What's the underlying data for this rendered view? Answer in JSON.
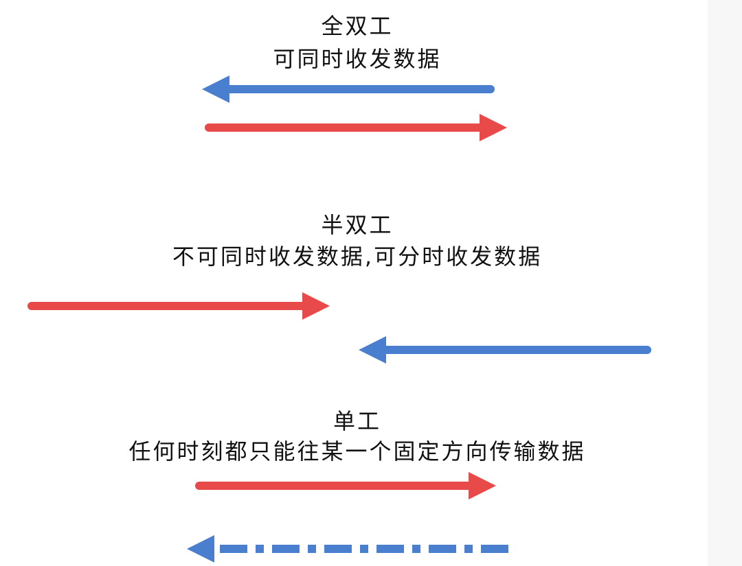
{
  "full_duplex": {
    "title": "全双工",
    "description": "可同时收发数据"
  },
  "half_duplex": {
    "title": "半双工",
    "description": "不可同时收发数据,可分时收发数据"
  },
  "simplex": {
    "title": "单工",
    "description": "任何时刻都只能往某一个固定方向传输数据"
  },
  "colors": {
    "red": "#e84a4a",
    "blue": "#4a7fd0"
  }
}
